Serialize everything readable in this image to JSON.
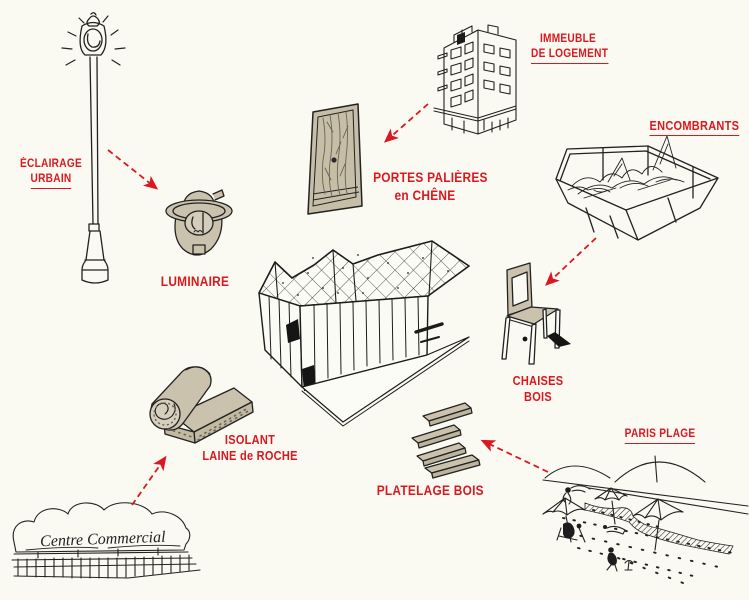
{
  "palette": {
    "background": "#fafaf2",
    "accent_red": "#d9181f",
    "sketch_ink": "#222222",
    "kraft_tan": "#cbc2ad"
  },
  "labels": {
    "eclairage_urbain": {
      "line1": "ÉCLAIRAGE",
      "line2": "URBAIN"
    },
    "luminaire": {
      "text": "LUMINAIRE"
    },
    "portes_palieres": {
      "line1": "PORTES PALIÈRES",
      "line2": "en CHÊNE"
    },
    "immeuble_logement": {
      "line1": "IMMEUBLE",
      "line2": "DE LOGEMENT"
    },
    "encombrants": {
      "text": "ENCOMBRANTS"
    },
    "chaises_bois": {
      "line1": "CHAISES",
      "line2": "BOIS"
    },
    "isolant": {
      "line1": "ISOLANT",
      "line2": "LAINE de ROCHE"
    },
    "platelage_bois": {
      "text": "PLATELAGE BOIS"
    },
    "paris_plage": {
      "text": "PARIS PLAGE"
    },
    "centre_commercial": {
      "text": "Centre Commercial"
    }
  },
  "illustrations": {
    "street_lamp": "street lamp sketch",
    "luminaire_head": "salvaged lamp head",
    "oak_door": "oak landing door",
    "housing_block": "housing building sketch",
    "waste_skip": "bulky-waste skip",
    "wood_chair": "wooden chair",
    "central_building": "reuse building with shingled roof and deck",
    "insulation_roll": "rock-wool insulation roll",
    "deck_planks": "wooden decking planks",
    "shopping_centre": "shopping centre sketch",
    "beach_scene": "Paris Plage beach scene"
  },
  "arrows": [
    {
      "from": "eclairage-urbain",
      "to": "luminaire"
    },
    {
      "from": "immeuble-de-logement",
      "to": "portes-palieres"
    },
    {
      "from": "encombrants",
      "to": "chaises-bois"
    },
    {
      "from": "centre-commercial",
      "to": "isolant"
    },
    {
      "from": "paris-plage",
      "to": "platelage-bois"
    }
  ]
}
